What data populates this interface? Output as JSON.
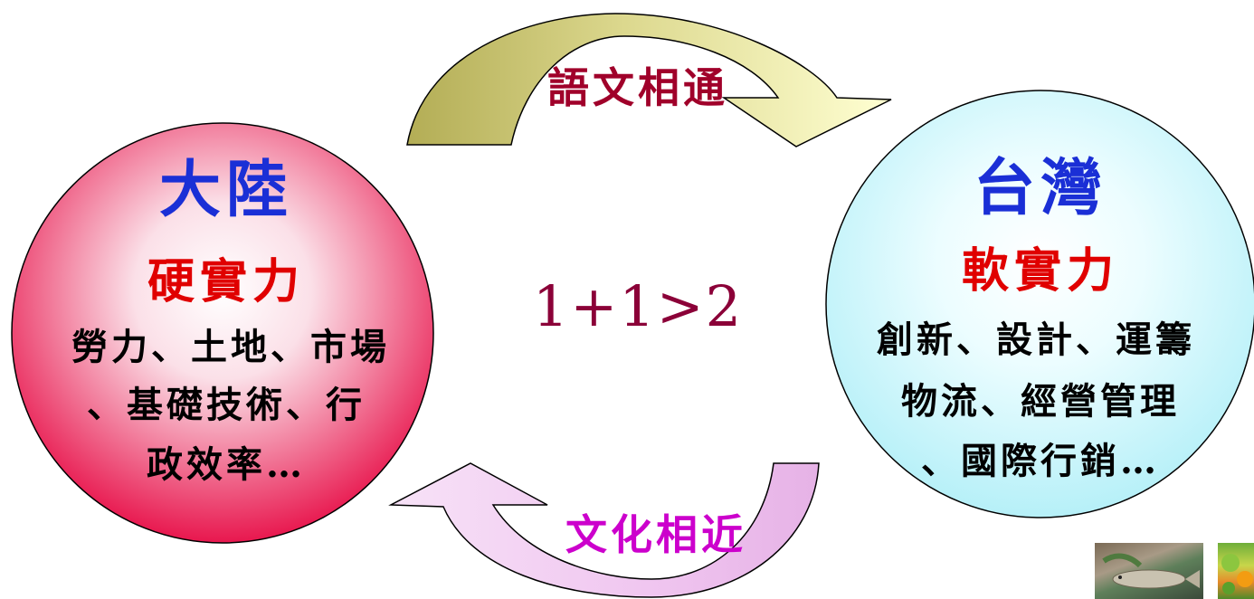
{
  "left_circle": {
    "title": "大陸",
    "subtitle": "硬實力",
    "lines": [
      "勞力、土地、市場",
      "、基礎技術、行",
      "政效率…"
    ]
  },
  "right_circle": {
    "title": "台灣",
    "subtitle": "軟實力",
    "lines": [
      "創新、設計、運籌",
      "物流、經營管理",
      "、國際行銷…"
    ]
  },
  "center": {
    "equation": "1+1>2"
  },
  "arrows": {
    "top_label": "語文相通",
    "bottom_label": "文化相近"
  },
  "colors": {
    "title_blue": "#1a2fd6",
    "subtitle_red": "#e00000",
    "equation": "#8b0038",
    "top_label": "#a0002a",
    "bottom_label": "#cc00cc",
    "left_fill": "#e8174e",
    "right_fill": "#c8f6fb",
    "top_arrow_dark": "#b7b25a",
    "top_arrow_light": "#ffffc8",
    "bottom_arrow_light": "#f2c8f2"
  },
  "photos": [
    "fish-photo",
    "vegetable-photo"
  ]
}
